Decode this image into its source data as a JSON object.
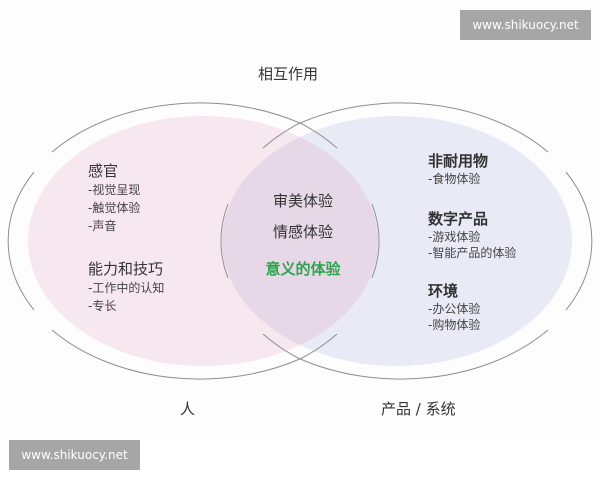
{
  "watermarks": {
    "top_right": "www.shikuocy.net",
    "bottom_left": "www.shikuocy.net"
  },
  "diagram": {
    "top_label": "相互作用",
    "left_label": "人",
    "right_label": "产品 / 系统",
    "left_circle": {
      "fill_color": "#f6e6ee",
      "groups": [
        {
          "title": "感官",
          "items": [
            "-视觉呈现",
            "-触觉体验",
            "-声音"
          ]
        },
        {
          "title": "能力和技巧",
          "items": [
            "-工作中的认知",
            "-专长"
          ]
        }
      ]
    },
    "right_circle": {
      "fill_color": "#e6e9f5",
      "groups": [
        {
          "title": "非耐用物",
          "items": [
            "-食物体验"
          ]
        },
        {
          "title": "数字产品",
          "items": [
            "-游戏体验",
            "-智能产品的体验"
          ]
        },
        {
          "title": "环境",
          "items": [
            "-办公体验",
            "-购物体验"
          ]
        }
      ]
    },
    "intersection": {
      "fill_color": "#e6d9e6",
      "items": [
        "审美体验",
        "情感体验",
        "意义的体验"
      ],
      "accent_color": "#2ea44f"
    },
    "outline_color": "#8a8a8a"
  }
}
